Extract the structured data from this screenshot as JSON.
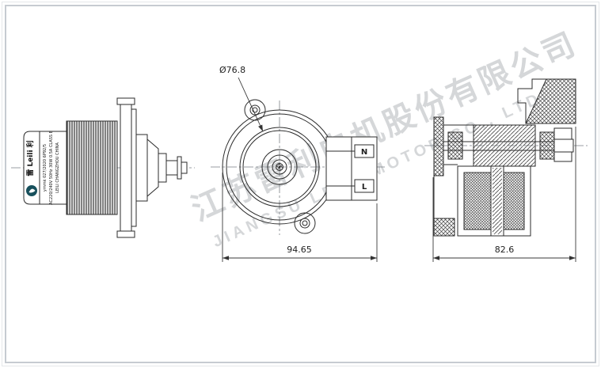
{
  "watermark": {
    "cn": "江苏雷利电机股份有限公司",
    "en": "JIANGSU LEILI MOTOR CO., LTD."
  },
  "side_view": {
    "label": {
      "brand": "雷 Leili 利",
      "line1": "ymmk 027/2020 6P92/5",
      "line2": "AC220/240V 50Hz 30W 0.5A CLASS E",
      "line3": "LEILI CHANGZHOU CHINA"
    }
  },
  "front_view": {
    "diameter": "Ø76.8",
    "width": "94.65",
    "terminals": {
      "neutral": "N",
      "live": "L"
    }
  },
  "section_view": {
    "width": "82.6"
  },
  "colors": {
    "line": "#2b2b2b",
    "watermark": "#d5d7d9"
  }
}
